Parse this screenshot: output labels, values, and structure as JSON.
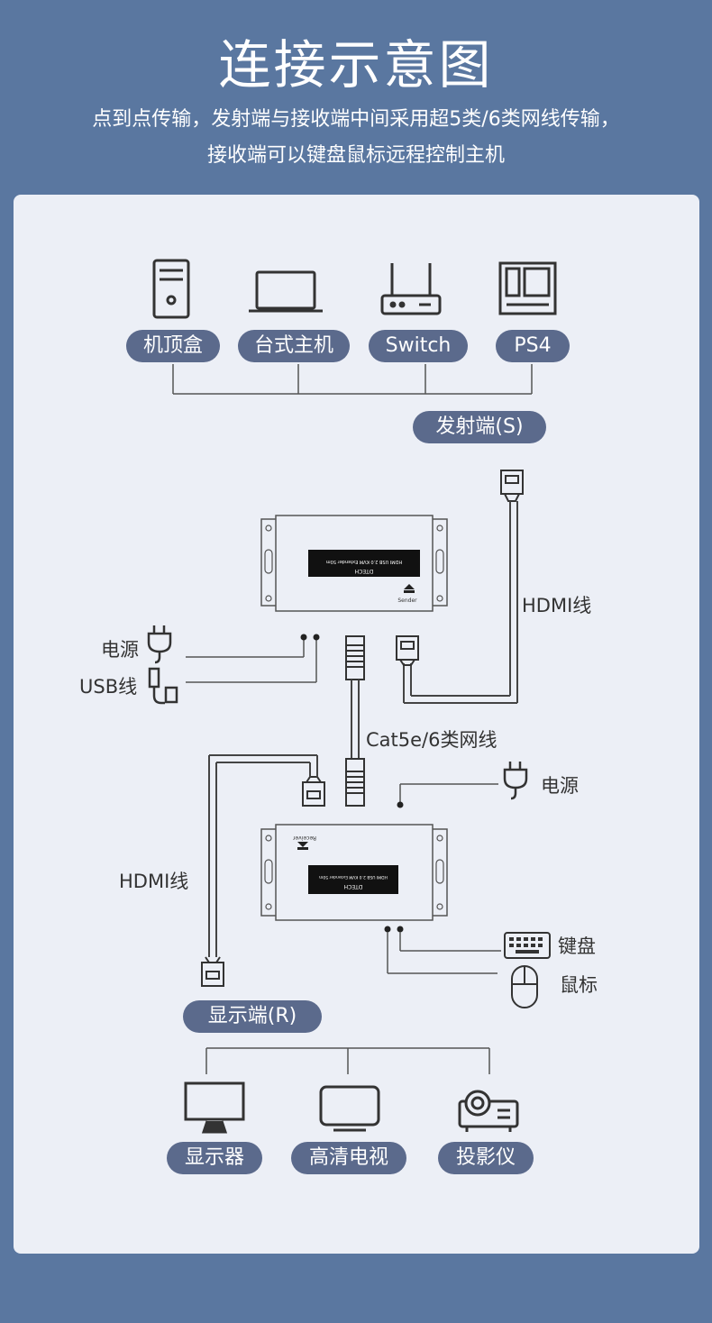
{
  "title": "连接示意图",
  "subtitle_line1": "点到点传输，发射端与接收端中间采用超5类/6类网线传输，",
  "subtitle_line2": "接收端可以键盘鼠标远程控制主机",
  "source_devices": [
    {
      "label": "机顶盒",
      "icon": "set-top-box-icon"
    },
    {
      "label": "台式主机",
      "icon": "laptop-icon"
    },
    {
      "label": "Switch",
      "icon": "router-icon"
    },
    {
      "label": "PS4",
      "icon": "console-icon"
    }
  ],
  "sender_label": "发射端(S)",
  "sender_box": {
    "model_line": "HDMI USB 2.0 KVM Extender 50m",
    "brand": "DTECH",
    "port_text": "Sender"
  },
  "receiver_box": {
    "model_line": "HDMI USB 2.0 KVM Extender 50m",
    "brand": "DTECH",
    "port_text": "Receiver"
  },
  "labels": {
    "hdmi_top": "HDMI线",
    "power_left": "电源",
    "usb": "USB线",
    "cat": "Cat5e/6类网线",
    "power_right": "电源",
    "hdmi_left": "HDMI线",
    "keyboard": "键盘",
    "mouse": "鼠标"
  },
  "display_label": "显示端(R)",
  "display_devices": [
    {
      "label": "显示器",
      "icon": "monitor-icon"
    },
    {
      "label": "高清电视",
      "icon": "tv-icon"
    },
    {
      "label": "投影仪",
      "icon": "projector-icon"
    }
  ],
  "colors": {
    "background": "#5a77a0",
    "panel": "#eceff6",
    "pill": "#5b6a8c",
    "line": "#555555"
  }
}
